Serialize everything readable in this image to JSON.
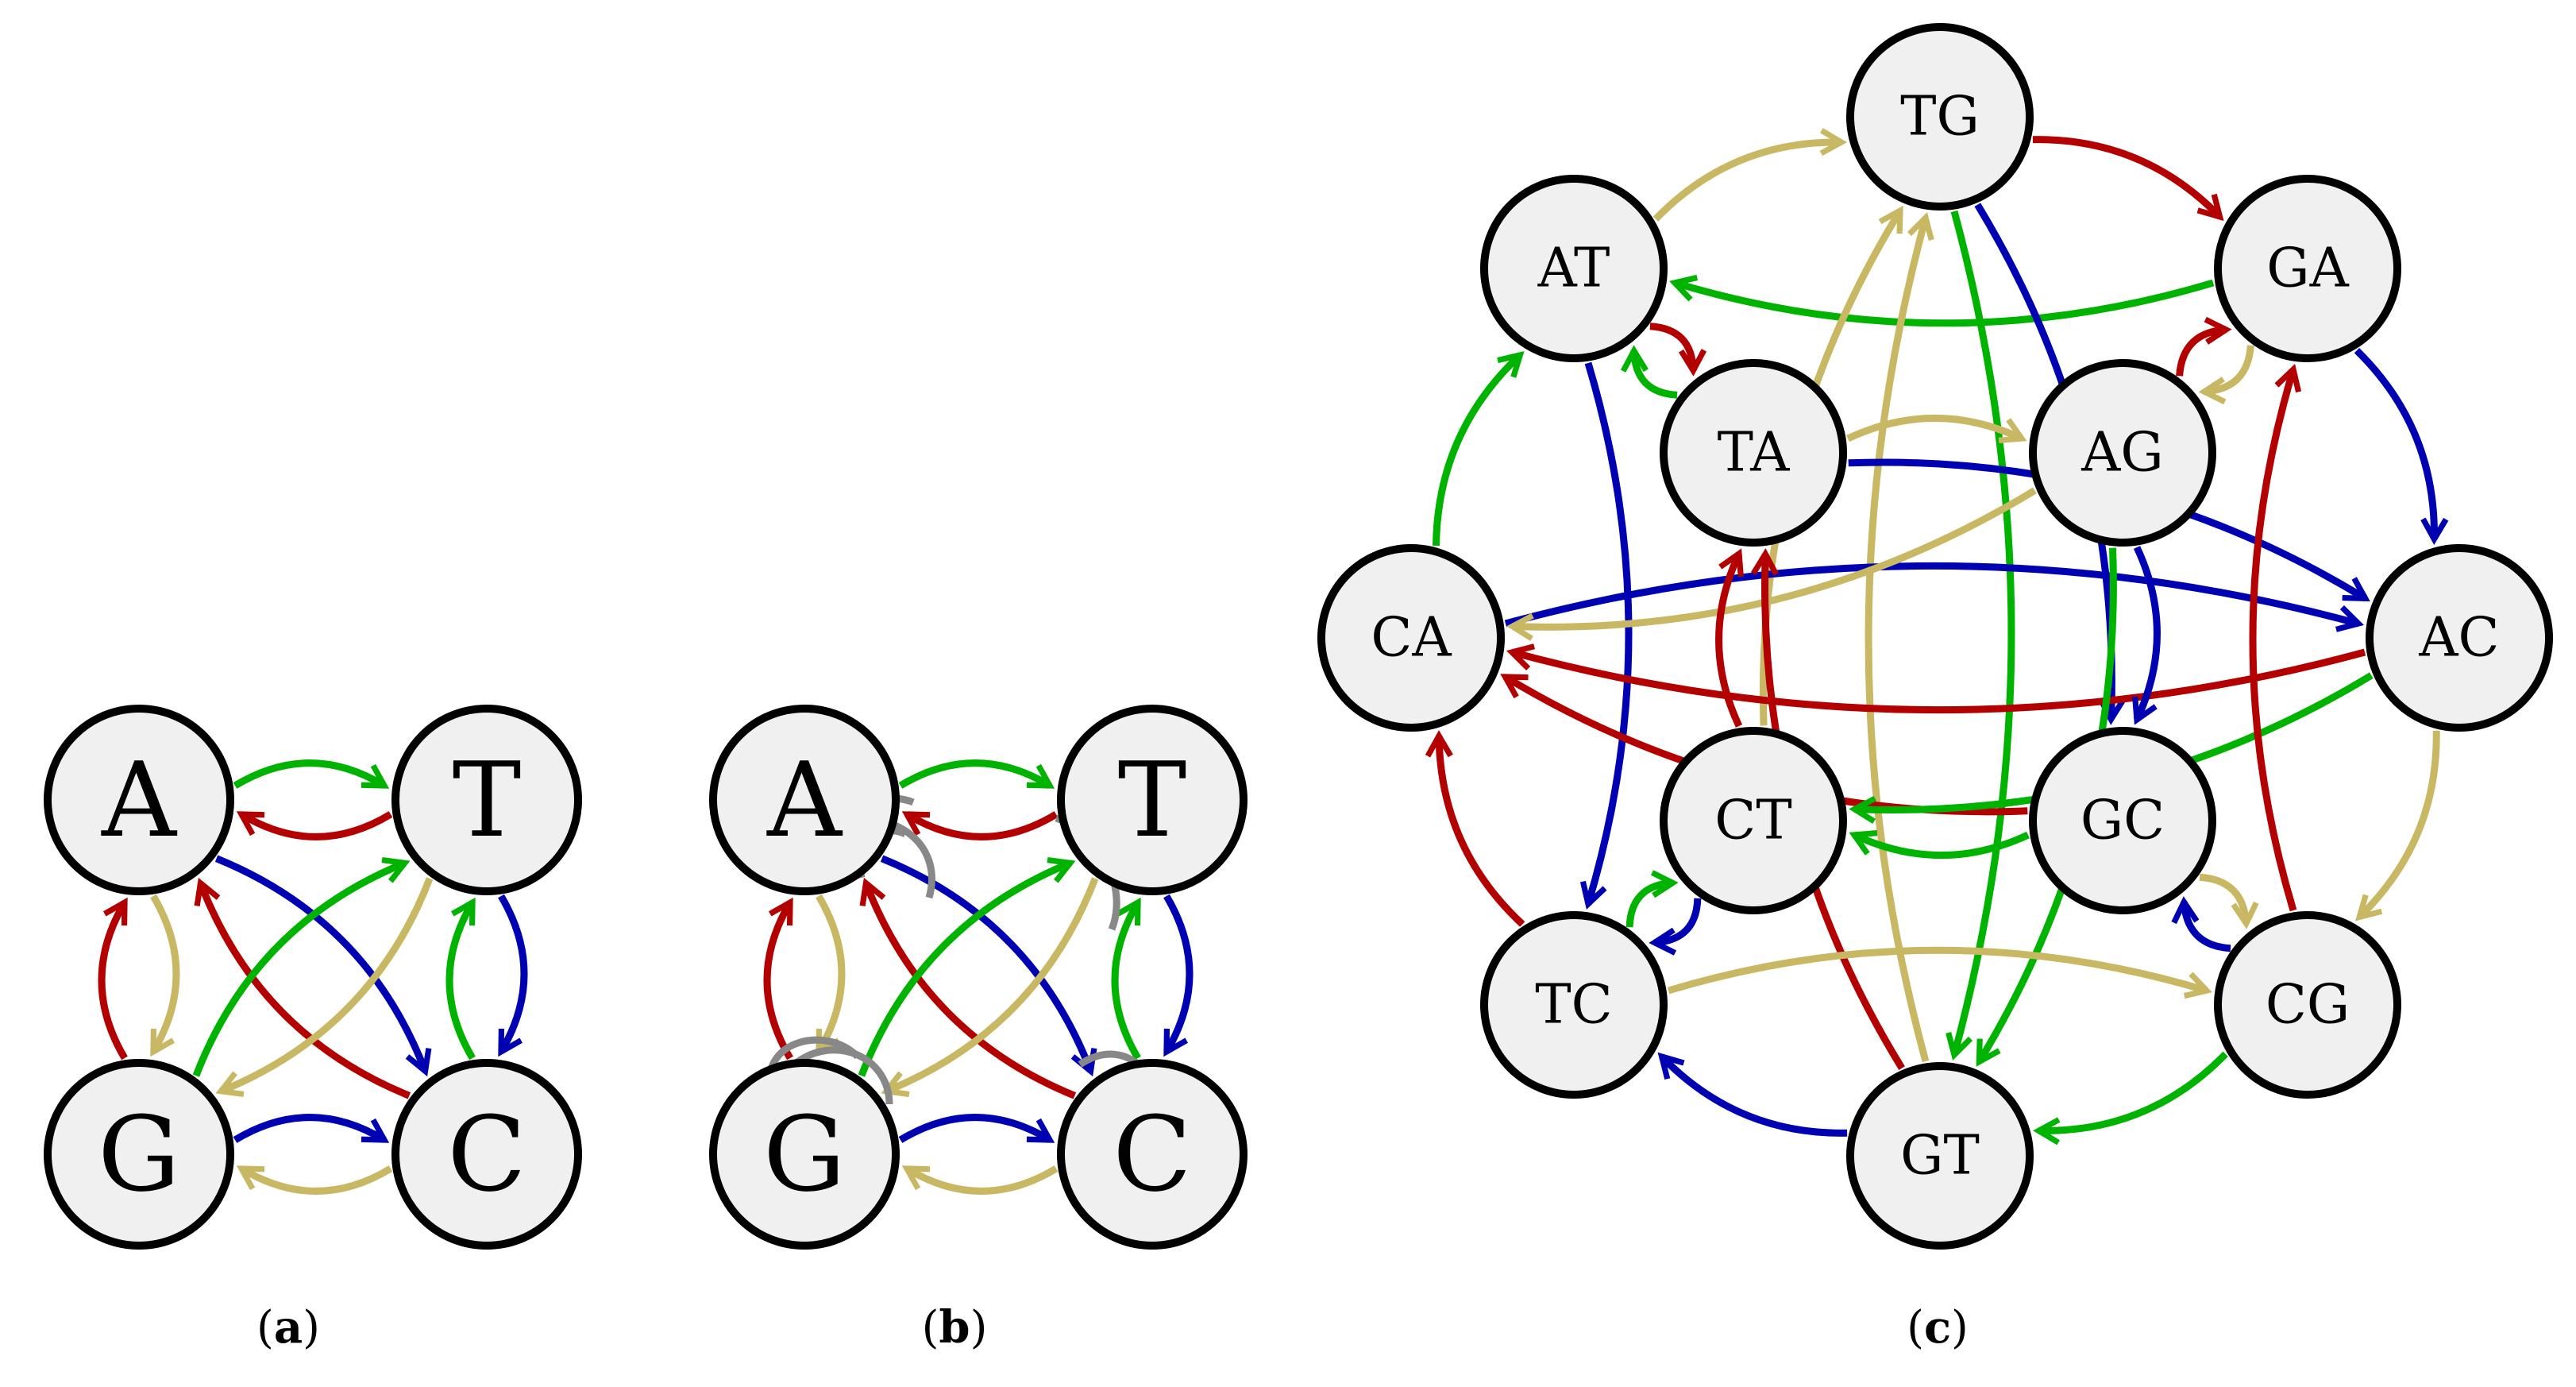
{
  "colors": {
    "red": "#b30000",
    "green": "#00b300",
    "blue": "#0000b3",
    "olive": "#c8b864",
    "gray": "#888888"
  },
  "captions": {
    "a": {
      "paren_open": "(",
      "letter": "a",
      "paren_close": ")"
    },
    "b": {
      "paren_open": "(",
      "letter": "b",
      "paren_close": ")"
    },
    "c": {
      "paren_open": "(",
      "letter": "c",
      "paren_close": ")"
    }
  },
  "panels": [
    {
      "id": "a",
      "nodes": [
        {
          "id": "A",
          "label": "A"
        },
        {
          "id": "T",
          "label": "T"
        },
        {
          "id": "G",
          "label": "G"
        },
        {
          "id": "C",
          "label": "C"
        }
      ],
      "edges": [
        {
          "from": "A",
          "to": "T",
          "color": "green"
        },
        {
          "from": "T",
          "to": "A",
          "color": "red"
        },
        {
          "from": "A",
          "to": "G",
          "color": "olive"
        },
        {
          "from": "G",
          "to": "A",
          "color": "red"
        },
        {
          "from": "A",
          "to": "C",
          "color": "blue"
        },
        {
          "from": "C",
          "to": "A",
          "color": "red"
        },
        {
          "from": "T",
          "to": "G",
          "color": "olive"
        },
        {
          "from": "G",
          "to": "T",
          "color": "green"
        },
        {
          "from": "T",
          "to": "C",
          "color": "blue"
        },
        {
          "from": "C",
          "to": "T",
          "color": "green"
        },
        {
          "from": "G",
          "to": "C",
          "color": "blue"
        },
        {
          "from": "C",
          "to": "G",
          "color": "olive"
        }
      ]
    },
    {
      "id": "b",
      "nodes": [
        {
          "id": "A",
          "label": "A"
        },
        {
          "id": "T",
          "label": "T"
        },
        {
          "id": "G",
          "label": "G"
        },
        {
          "id": "C",
          "label": "C"
        }
      ],
      "edges": [
        {
          "from": "A",
          "to": "T",
          "color": "green"
        },
        {
          "from": "T",
          "to": "A",
          "color": "red"
        },
        {
          "from": "A",
          "to": "G",
          "color": "olive"
        },
        {
          "from": "G",
          "to": "A",
          "color": "red"
        },
        {
          "from": "A",
          "to": "C",
          "color": "blue"
        },
        {
          "from": "C",
          "to": "A",
          "color": "red"
        },
        {
          "from": "T",
          "to": "G",
          "color": "olive"
        },
        {
          "from": "G",
          "to": "T",
          "color": "green"
        },
        {
          "from": "T",
          "to": "C",
          "color": "blue"
        },
        {
          "from": "C",
          "to": "T",
          "color": "green"
        },
        {
          "from": "G",
          "to": "C",
          "color": "blue"
        },
        {
          "from": "C",
          "to": "G",
          "color": "olive"
        }
      ],
      "overlay_color": "gray"
    },
    {
      "id": "c",
      "nodes": [
        {
          "id": "TG",
          "label": "TG"
        },
        {
          "id": "AT",
          "label": "AT"
        },
        {
          "id": "GA",
          "label": "GA"
        },
        {
          "id": "TA",
          "label": "TA"
        },
        {
          "id": "AG",
          "label": "AG"
        },
        {
          "id": "CA",
          "label": "CA"
        },
        {
          "id": "AC",
          "label": "AC"
        },
        {
          "id": "CT",
          "label": "CT"
        },
        {
          "id": "GC",
          "label": "GC"
        },
        {
          "id": "TC",
          "label": "TC"
        },
        {
          "id": "CG",
          "label": "CG"
        },
        {
          "id": "GT",
          "label": "GT"
        }
      ],
      "edges": [
        {
          "from": "AT",
          "to": "TG",
          "color": "olive"
        },
        {
          "from": "TG",
          "to": "GA",
          "color": "red"
        },
        {
          "from": "GA",
          "to": "AT",
          "color": "green"
        },
        {
          "from": "GA",
          "to": "AC",
          "color": "blue"
        },
        {
          "from": "AC",
          "to": "CG",
          "color": "olive"
        },
        {
          "from": "CG",
          "to": "GT",
          "color": "green"
        },
        {
          "from": "GT",
          "to": "TC",
          "color": "blue"
        },
        {
          "from": "TC",
          "to": "CA",
          "color": "red"
        },
        {
          "from": "CA",
          "to": "AT",
          "color": "green"
        },
        {
          "from": "AT",
          "to": "TA",
          "color": "red"
        },
        {
          "from": "TA",
          "to": "AT",
          "color": "green"
        },
        {
          "from": "AT",
          "to": "TC",
          "color": "blue"
        },
        {
          "from": "AG",
          "to": "GA",
          "color": "red"
        },
        {
          "from": "GA",
          "to": "AG",
          "color": "olive"
        },
        {
          "from": "TG",
          "to": "GC",
          "color": "blue"
        },
        {
          "from": "TG",
          "to": "GT",
          "color": "green"
        },
        {
          "from": "CT",
          "to": "TG",
          "color": "olive"
        },
        {
          "from": "GT",
          "to": "TG",
          "color": "olive"
        },
        {
          "from": "TA",
          "to": "AG",
          "color": "olive"
        },
        {
          "from": "TA",
          "to": "AC",
          "color": "blue"
        },
        {
          "from": "CA",
          "to": "AC",
          "color": "blue"
        },
        {
          "from": "AC",
          "to": "CA",
          "color": "red"
        },
        {
          "from": "AG",
          "to": "CA",
          "color": "olive"
        },
        {
          "from": "GC",
          "to": "CA",
          "color": "red"
        },
        {
          "from": "AC",
          "to": "CT",
          "color": "green"
        },
        {
          "from": "AG",
          "to": "GT",
          "color": "green"
        },
        {
          "from": "AG",
          "to": "GC",
          "color": "blue"
        },
        {
          "from": "CT",
          "to": "TA",
          "color": "red"
        },
        {
          "from": "GT",
          "to": "TA",
          "color": "red"
        },
        {
          "from": "GC",
          "to": "CT",
          "color": "green"
        },
        {
          "from": "CT",
          "to": "TC",
          "color": "blue"
        },
        {
          "from": "TC",
          "to": "CT",
          "color": "green"
        },
        {
          "from": "TC",
          "to": "CG",
          "color": "olive"
        },
        {
          "from": "CG",
          "to": "GC",
          "color": "blue"
        },
        {
          "from": "GC",
          "to": "CG",
          "color": "olive"
        },
        {
          "from": "CG",
          "to": "GA",
          "color": "red"
        }
      ]
    }
  ]
}
